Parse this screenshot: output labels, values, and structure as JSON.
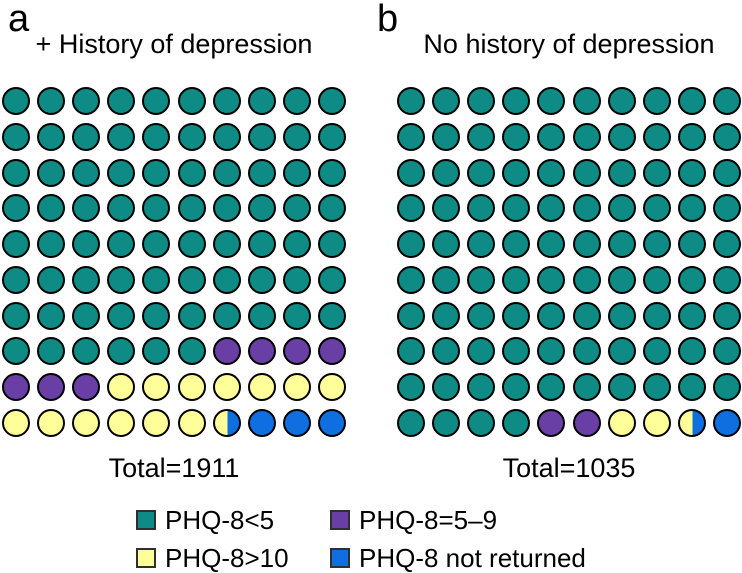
{
  "figure": {
    "background": "#ffffff"
  },
  "colors": {
    "teal": "#0d8b84",
    "purple": "#6a3fa5",
    "yellow": "#ffff99",
    "blue": "#0f6fe0",
    "dot_outline": "#000000",
    "text": "#000000"
  },
  "code_colors": {
    "t": "teal",
    "p": "purple",
    "y": "yellow",
    "b": "blue",
    "h": "half_yellow_blue"
  },
  "code_names": {
    "t": "dot-phq8-under-5",
    "p": "dot-phq8-5-9",
    "y": "dot-phq8-over-10",
    "b": "dot-phq8-not-returned",
    "h": "dot-half-phq8-over-10-and-not-returned"
  },
  "panels": [
    {
      "letter": "a",
      "title": "+ History of depression",
      "total_label": "Total=1911",
      "grid_rows": [
        "tttttttttt",
        "tttttttttt",
        "tttttttttt",
        "tttttttttt",
        "tttttttttt",
        "tttttttttt",
        "tttttttttt",
        "ttttttpppp",
        "pppyyyyyyy",
        "yyyyyyhbbb"
      ]
    },
    {
      "letter": "b",
      "title": "No history of depression",
      "total_label": "Total=1035",
      "grid_rows": [
        "tttttttttt",
        "tttttttttt",
        "tttttttttt",
        "tttttttttt",
        "tttttttttt",
        "tttttttttt",
        "tttttttttt",
        "tttttttttt",
        "tttttttttt",
        "ttttppyyhb"
      ]
    }
  ],
  "legend": {
    "position": "bottom",
    "items": [
      {
        "label": "PHQ-8<5",
        "color": "teal"
      },
      {
        "label": "PHQ-8=5–9",
        "color": "purple"
      },
      {
        "label": "PHQ-8>10",
        "color": "yellow"
      },
      {
        "label": "PHQ-8 not returned",
        "color": "blue"
      }
    ]
  },
  "chart_data": [
    {
      "type": "pie",
      "subtype": "waffle-dot-plot-10x10",
      "panel": "a",
      "title": "+ History of depression",
      "total": 1911,
      "total_label": "Total=1911",
      "categories": [
        "PHQ-8<5",
        "PHQ-8=5–9",
        "PHQ-8>10",
        "PHQ-8 not returned"
      ],
      "dot_counts_of_100": [
        76,
        7,
        13.5,
        3.5
      ],
      "legend_position": "bottom"
    },
    {
      "type": "pie",
      "subtype": "waffle-dot-plot-10x10",
      "panel": "b",
      "title": "No history of depression",
      "total": 1035,
      "total_label": "Total=1035",
      "categories": [
        "PHQ-8<5",
        "PHQ-8=5–9",
        "PHQ-8>10",
        "PHQ-8 not returned"
      ],
      "dot_counts_of_100": [
        94,
        2,
        2.5,
        1.5
      ],
      "legend_position": "bottom"
    }
  ]
}
